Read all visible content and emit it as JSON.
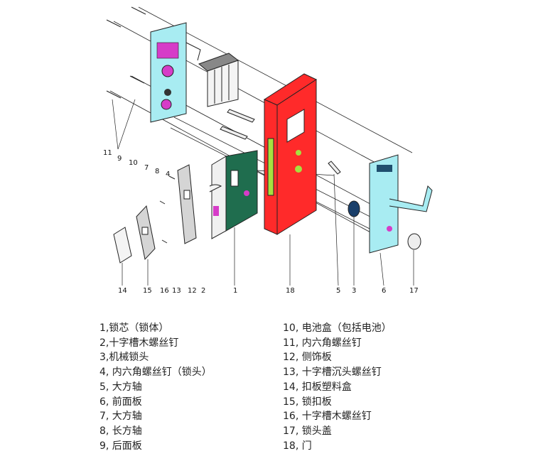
{
  "callouts": {
    "n1": "1",
    "n2": "2",
    "n3": "3",
    "n4": "4",
    "n5": "5",
    "n6": "6",
    "n7": "7",
    "n8": "8",
    "n9": "9",
    "n10": "10",
    "n11": "11",
    "n12": "12",
    "n13": "13",
    "n14": "14",
    "n15": "15",
    "n16": "16",
    "n17": "17",
    "n18": "18"
  },
  "legend": {
    "left": [
      "1,锁芯（锁体）",
      "2,十字槽木螺丝钉",
      "3,机械锁头",
      "4, 内六角螺丝钉（锁头）",
      "5, 大方轴",
      "6, 前面板",
      "7, 大方轴",
      "8, 长方轴",
      "9, 后面板"
    ],
    "right": [
      "10, 电池盒（包括电池）",
      "11, 内六角螺丝钉",
      "12, 侧饰板",
      "13, 十字槽沉头螺丝钉",
      "14, 扣板塑料盒",
      "15, 锁扣板",
      "16, 十字槽木螺丝钉",
      "17, 锁头盖",
      "18, 门"
    ]
  },
  "colors": {
    "door_red": "#ff2a2a",
    "panel_cyan": "#a8ecf2",
    "magenta": "#d63cc8",
    "lockbody_green": "#1f6d4e",
    "line": "#222222"
  }
}
